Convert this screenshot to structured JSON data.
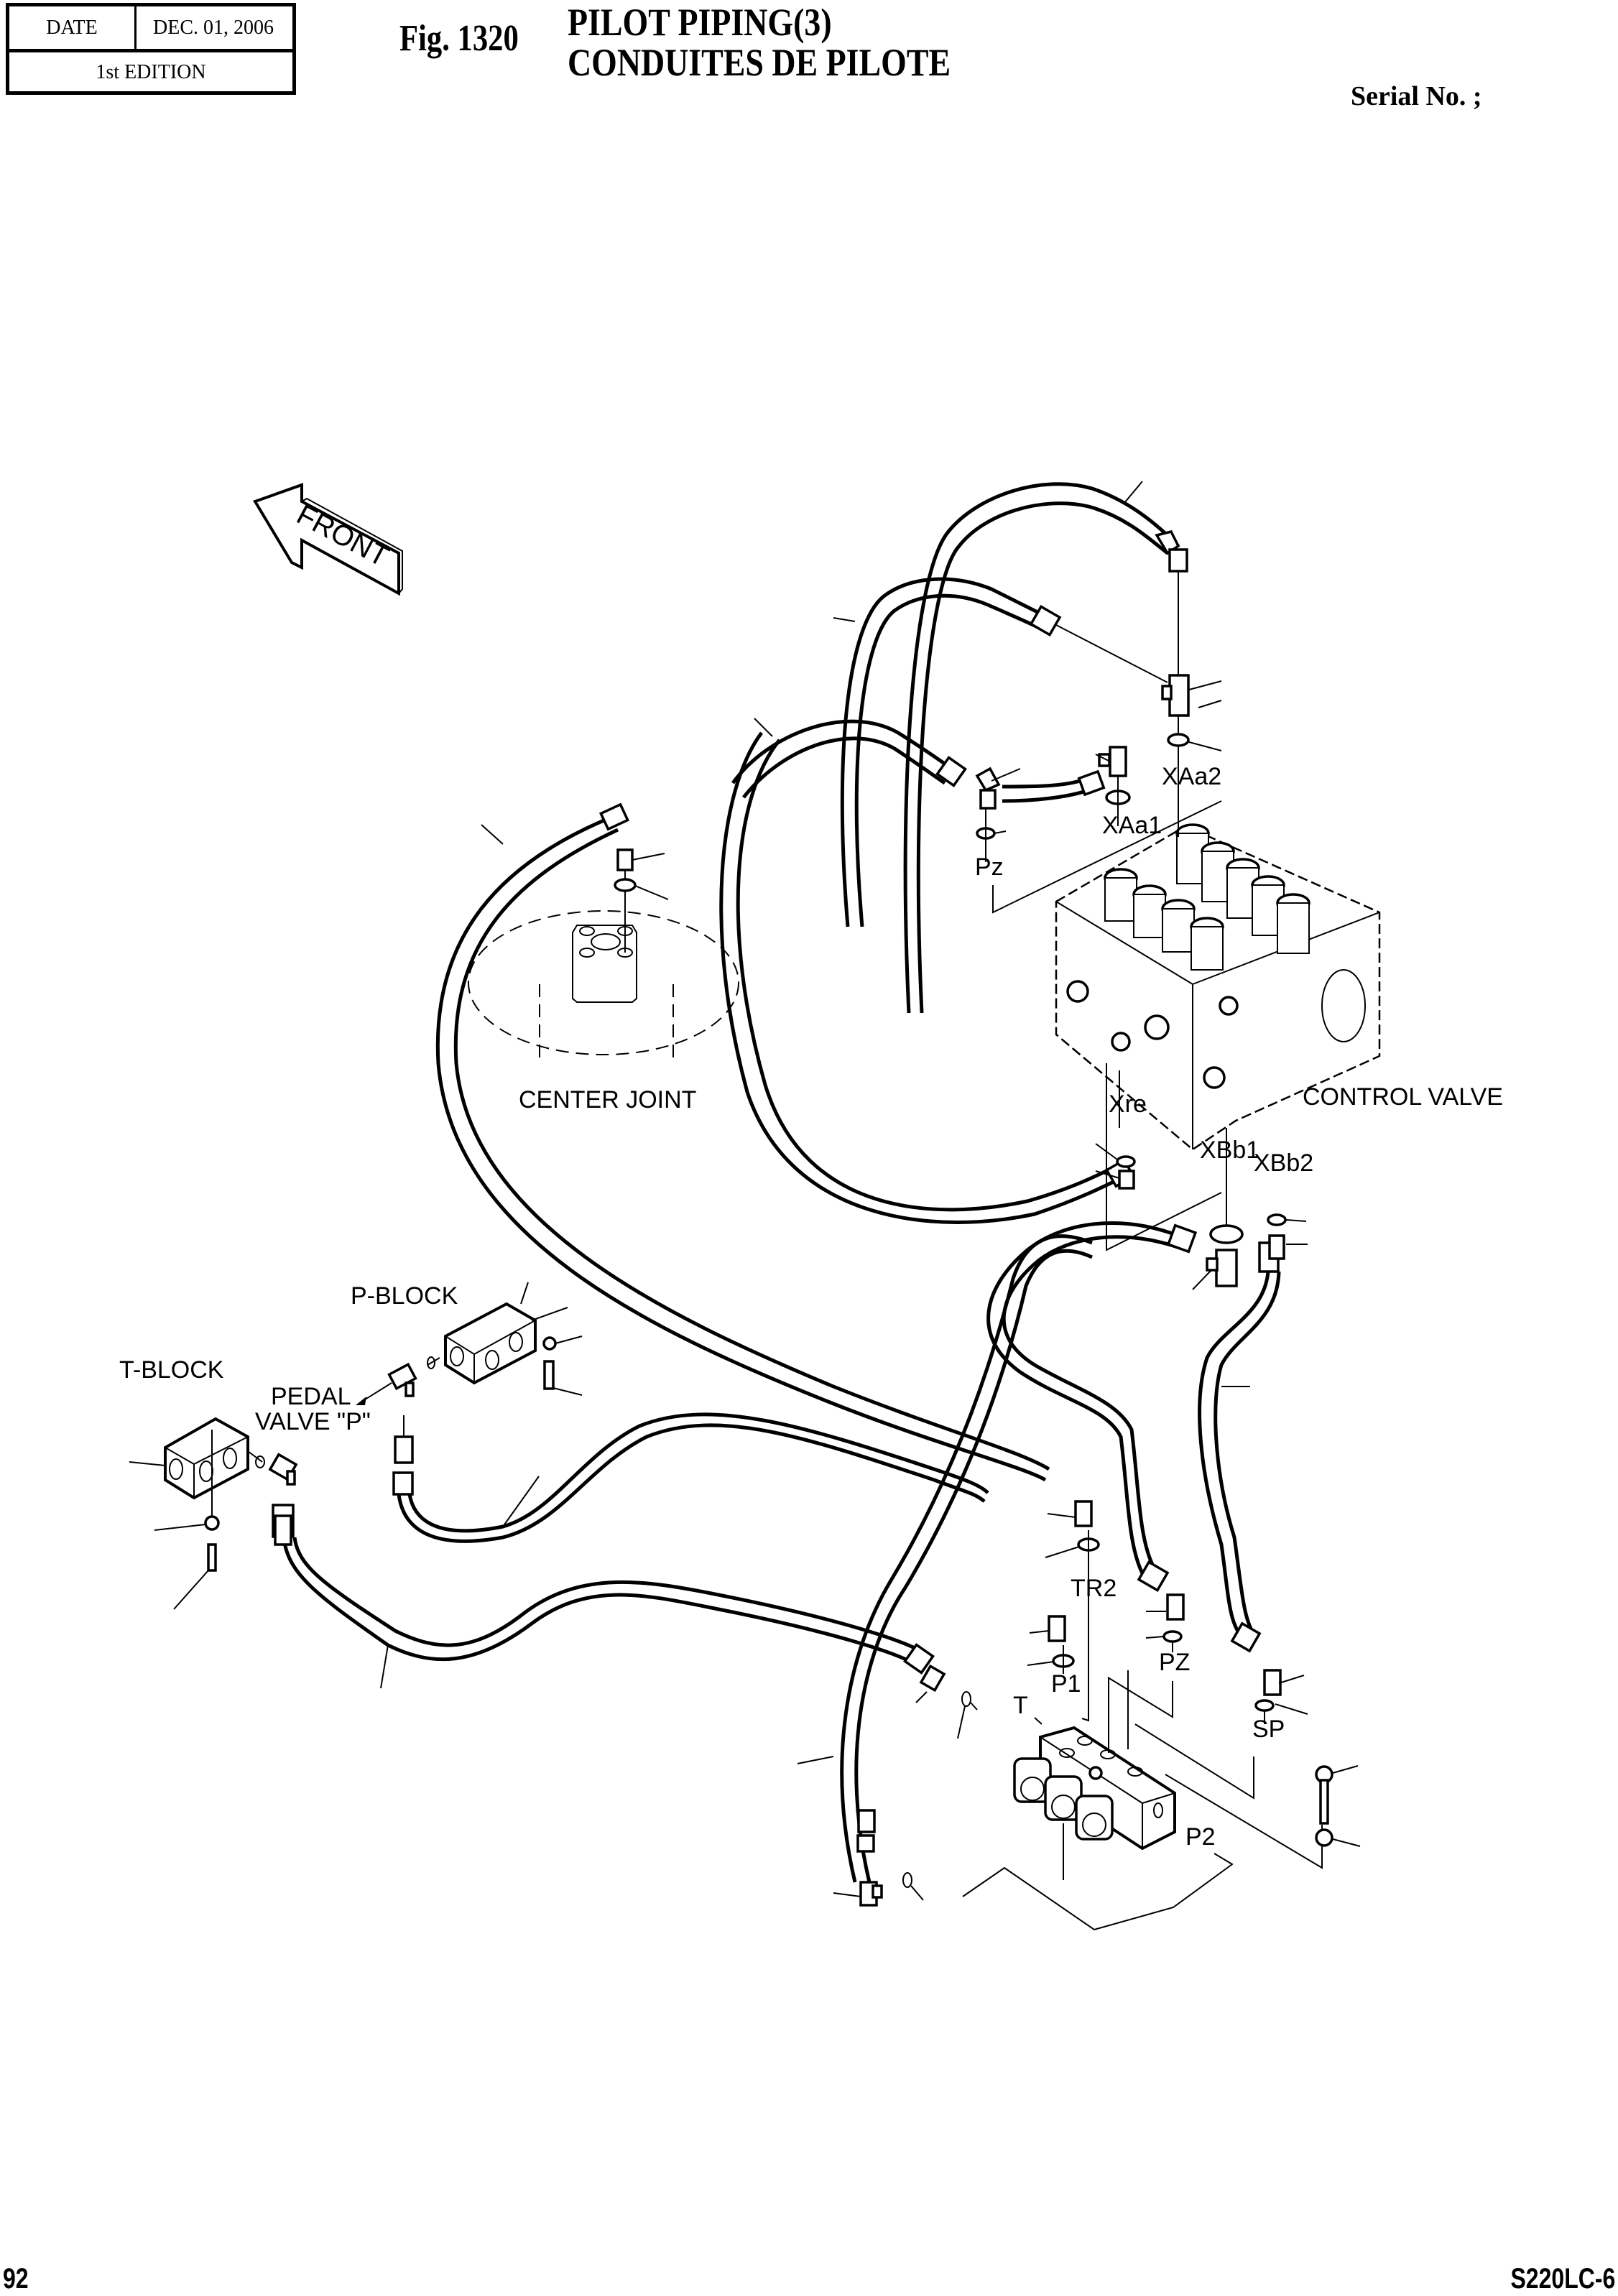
{
  "header": {
    "date_label": "DATE",
    "date_value": "DEC. 01, 2006",
    "edition": "1st EDITION",
    "fig_number": "Fig. 1320",
    "title_en": "PILOT PIPING(3)",
    "title_fr": "CONDUITES DE PILOTE",
    "serial": "Serial No. ;"
  },
  "footer": {
    "page_number": "92",
    "model": "S220LC-6"
  },
  "diagram": {
    "orientation_arrow": "FRONT",
    "component_labels": {
      "center_joint": "CENTER JOINT",
      "control_valve": "CONTROL VALVE",
      "p_block": "P-BLOCK",
      "t_block": "T-BLOCK",
      "pedal_valve_line1": "PEDAL",
      "pedal_valve_line2": "VALVE \"P\""
    },
    "port_labels": {
      "xaa2": "XAa2",
      "xaa1": "XAa1",
      "pz_upper": "Pz",
      "xre": "Xre",
      "xbb1": "XBb1",
      "xbb2": "XBb2",
      "tr2": "TR2",
      "pz_lower": "PZ",
      "p1": "P1",
      "t": "T",
      "sp": "SP",
      "p2": "P2"
    }
  }
}
